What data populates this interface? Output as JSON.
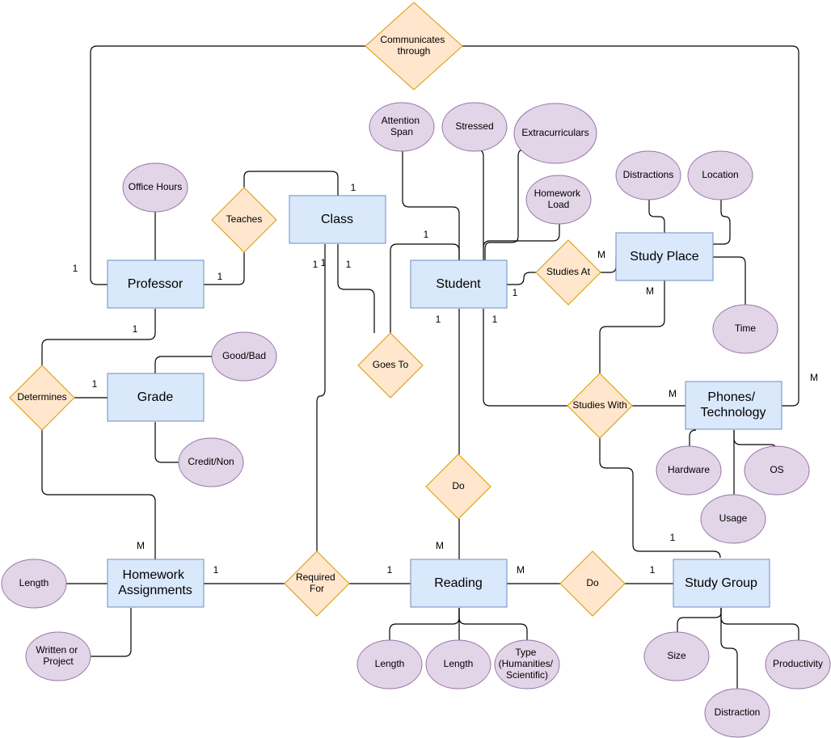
{
  "entities": {
    "class": [
      "Class"
    ],
    "professor": [
      "Professor"
    ],
    "student": [
      "Student"
    ],
    "study_place": [
      "Study Place"
    ],
    "grade": [
      "Grade"
    ],
    "phones_technology": [
      "Phones/",
      "Technology"
    ],
    "homework_assignments": [
      "Homework",
      "Assignments"
    ],
    "reading": [
      "Reading"
    ],
    "study_group": [
      "Study Group"
    ]
  },
  "relationships": {
    "communicates_through": [
      "Communicates",
      "through"
    ],
    "teaches": [
      "Teaches"
    ],
    "goes_to": [
      "Goes To"
    ],
    "studies_at": [
      "Studies At"
    ],
    "determines": [
      "Determines"
    ],
    "studies_with": [
      "Studies With"
    ],
    "do_student_reading": [
      "Do"
    ],
    "required_for": [
      "Required",
      "For"
    ],
    "do_reading_group": [
      "Do"
    ]
  },
  "attributes": {
    "attention_span": [
      "Attention",
      "Span"
    ],
    "stressed": [
      "Stressed"
    ],
    "extracurriculars": [
      "Extracurriculars"
    ],
    "office_hours": [
      "Office Hours"
    ],
    "homework_load": [
      "Homework",
      "Load"
    ],
    "distractions": [
      "Distractions"
    ],
    "location": [
      "Location"
    ],
    "time": [
      "Time"
    ],
    "good_bad": [
      "Good/Bad"
    ],
    "credit_non": [
      "Credit/Non"
    ],
    "hardware": [
      "Hardware"
    ],
    "os": [
      "OS"
    ],
    "usage": [
      "Usage"
    ],
    "hw_length": [
      "Length"
    ],
    "written_or_project": [
      "Written or",
      "Project"
    ],
    "reading_length_1": [
      "Length"
    ],
    "reading_length_2": [
      "Length"
    ],
    "reading_type": [
      "Type",
      "(Humanities/",
      "Scientific)"
    ],
    "size": [
      "Size"
    ],
    "productivity": [
      "Productivity"
    ],
    "distraction": [
      "Distraction"
    ]
  },
  "cardinalities": {
    "professor_comm": "1",
    "phones_comm": "M",
    "class_teaches": "1",
    "professor_teaches": "1",
    "student_goes_to": "1",
    "class_goes_to_a": "1",
    "class_goes_to_b": "1",
    "class_required_for": "1",
    "student_studies_at": "1",
    "study_place_studies_at": "M",
    "study_place_studies_with": "M",
    "professor_determines": "1",
    "grade_determines": "1",
    "student_do": "1",
    "student_studies_with": "1",
    "phones_studies_with": "M",
    "homework_determines": "M",
    "homework_required_for": "1",
    "reading_required_for": "1",
    "reading_do_student": "M",
    "reading_do_group": "M",
    "group_do": "1",
    "group_studies_with": "1"
  }
}
